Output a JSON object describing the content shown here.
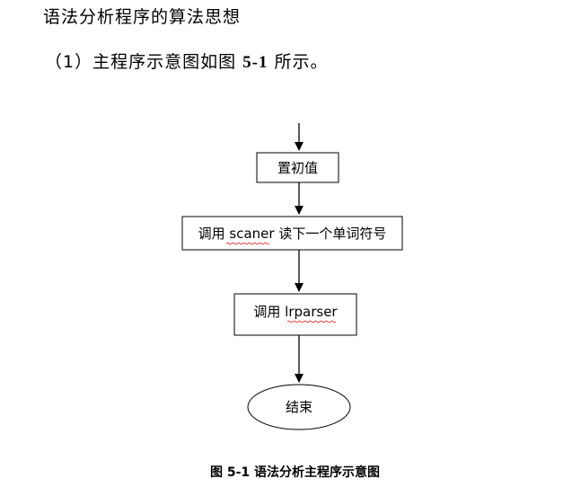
{
  "document": {
    "heading": "语法分析程序的算法思想",
    "subheading": {
      "prefix": "（1）主程序示意图如图 ",
      "figure_ref": "5-1",
      "suffix": " 所示。"
    },
    "caption": "图 5-1  语法分析主程序示意图"
  },
  "flowchart": {
    "nodes": [
      {
        "id": "init",
        "shape": "rect",
        "label_parts": [
          "置初值"
        ]
      },
      {
        "id": "scan",
        "shape": "rect",
        "label_parts": [
          "调用 ",
          "scaner",
          " 读下一个单词符号"
        ]
      },
      {
        "id": "parse",
        "shape": "rect",
        "label_parts": [
          "调用 ",
          "lrparser"
        ]
      },
      {
        "id": "end",
        "shape": "ellipse",
        "label_parts": [
          "结束"
        ]
      }
    ]
  }
}
